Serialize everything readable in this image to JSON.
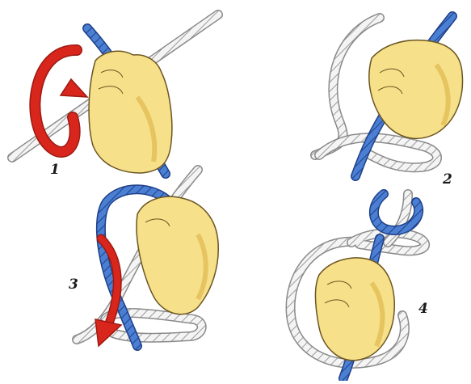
{
  "steps": [
    {
      "label": "1"
    },
    {
      "label": "2"
    },
    {
      "label": "3"
    },
    {
      "label": "4"
    }
  ],
  "colors": {
    "background": "#ffffff",
    "white_rope": "#f2f2f2",
    "white_rope_stroke": "#8a8a8a",
    "blue_rope": "#3d6fc4",
    "blue_rope_stroke": "#1f3f86",
    "hand_fill": "#f6e08a",
    "hand_shadow": "#e0b84e",
    "hand_outline": "#6b5520",
    "arrow_red": "#d9261c"
  },
  "icons": [
    "curved-arrow-icon",
    "down-arrow-icon"
  ]
}
